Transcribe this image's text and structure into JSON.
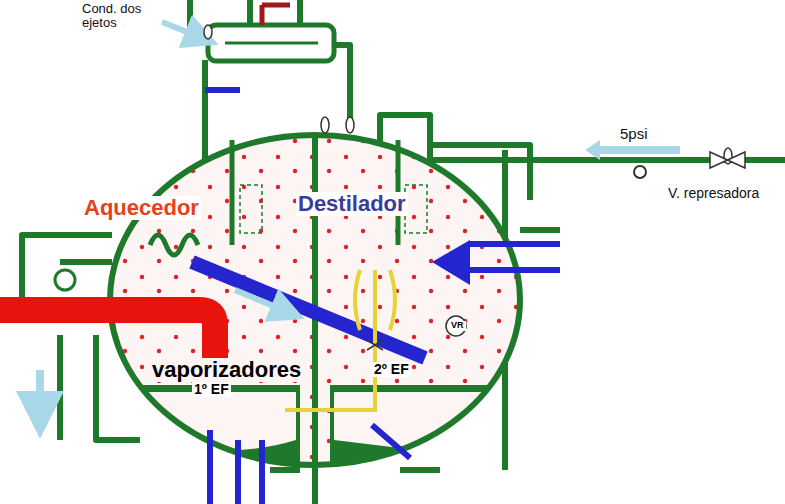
{
  "diagram": {
    "labels": [
      "Cond. dos ejetos",
      "5psi",
      "V. represadora",
      "Aquecedor",
      "Destilador",
      "vaporizadores",
      "1º EF",
      "2º EF",
      "VR"
    ]
  }
}
